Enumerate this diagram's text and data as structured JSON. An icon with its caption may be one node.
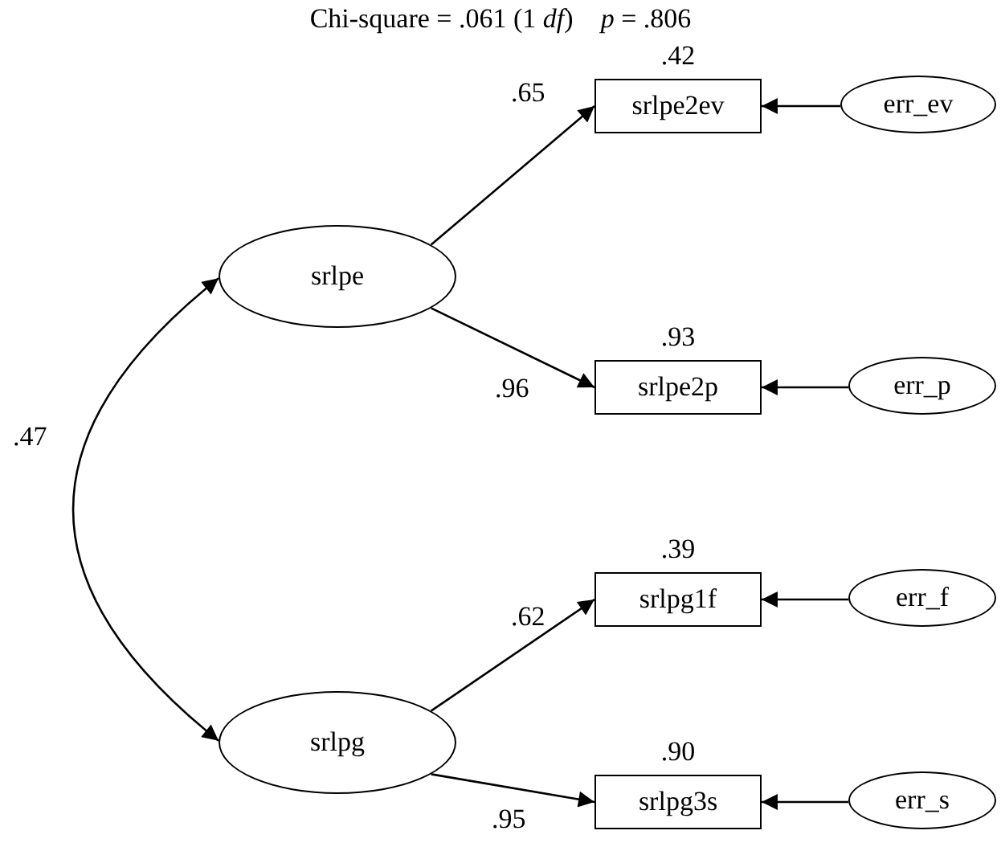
{
  "diagram": {
    "title": "Chi-square = .061 (1 *df*)    *p* = .806",
    "nodes": [
      {
        "text": [
          "srlpe"
        ]
      },
      {
        "text": [
          "srlpe2ev"
        ],
        "beside": [
          ".42"
        ]
      },
      {
        "text": [
          "err_ev"
        ]
      },
      {
        "text": [
          "srlpe2p"
        ],
        "beside": [
          ".93"
        ]
      },
      {
        "text": [
          "err_p"
        ]
      },
      {
        "text": [
          "srlpg"
        ]
      },
      {
        "text": [
          "srlpg1f"
        ],
        "beside": [
          ".39"
        ]
      },
      {
        "text": [
          "err_f"
        ]
      },
      {
        "text": [
          "srlpg3s"
        ],
        "beside": [
          ".90"
        ]
      },
      {
        "text": [
          "err_s"
        ]
      }
    ],
    "edges": [
      {
        "from": 0,
        "to": 1,
        "arrow": "to",
        "label": ".65"
      },
      {
        "from": 0,
        "to": 3,
        "arrow": "to",
        "label": ".96"
      },
      {
        "from": 5,
        "to": 6,
        "arrow": "to",
        "label": ".62"
      },
      {
        "from": 5,
        "to": 8,
        "arrow": "to",
        "label": ".95"
      },
      {
        "from": 2,
        "to": 1,
        "arrow": "to"
      },
      {
        "from": 4,
        "to": 3,
        "arrow": "to"
      },
      {
        "from": 7,
        "to": 6,
        "arrow": "to"
      },
      {
        "from": 9,
        "to": 8,
        "arrow": "to"
      },
      {
        "from": 0,
        "to": 5,
        "arrow": "both",
        "label": ".47"
      }
    ]
  }
}
